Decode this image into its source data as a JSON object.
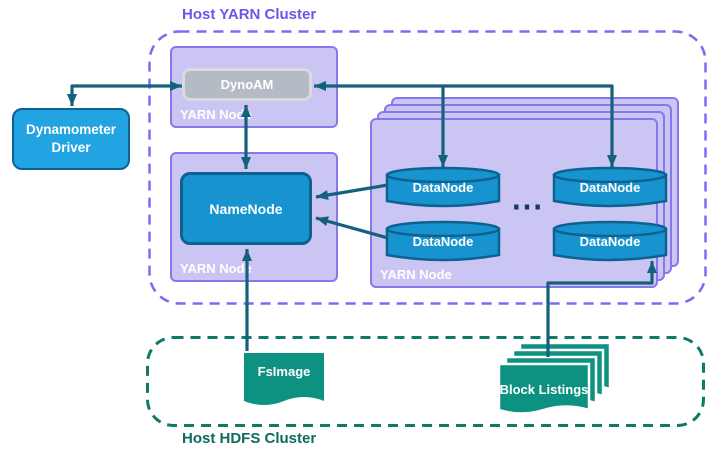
{
  "colors": {
    "yarn-border": "#7d6cf3",
    "yarn-title": "#6a57e8",
    "node-fill": "#cbc5f4",
    "node-border": "#8677ea",
    "blue-fill": "#1794cf",
    "driver-fill": "#22a3e2",
    "blue-border": "#0d6291",
    "gray-fill": "#b4bbc4",
    "gray-border": "#d8dce1",
    "teal-fill": "#0d9180",
    "arrow": "#15607d",
    "hdfs-border": "#0e7a6a",
    "hdfs-title": "#0c6b5e",
    "ellipsis-color": "#1b3a55"
  },
  "yarn_cluster": {
    "title": "Host YARN Cluster",
    "dynoam_node": {
      "label": "YARN Node",
      "dynoam": "DynoAM"
    },
    "namenode_node": {
      "label": "YARN Node",
      "namenode": "NameNode"
    },
    "datanode_node": {
      "label": "YARN Node",
      "datanodes": [
        "DataNode",
        "DataNode",
        "DataNode",
        "DataNode"
      ],
      "ellipsis": "⋯"
    }
  },
  "driver": {
    "label": "Dynamometer Driver"
  },
  "hdfs_cluster": {
    "title": "Host HDFS Cluster",
    "fsimage": "FsImage",
    "block_listings": "Block Listings"
  }
}
